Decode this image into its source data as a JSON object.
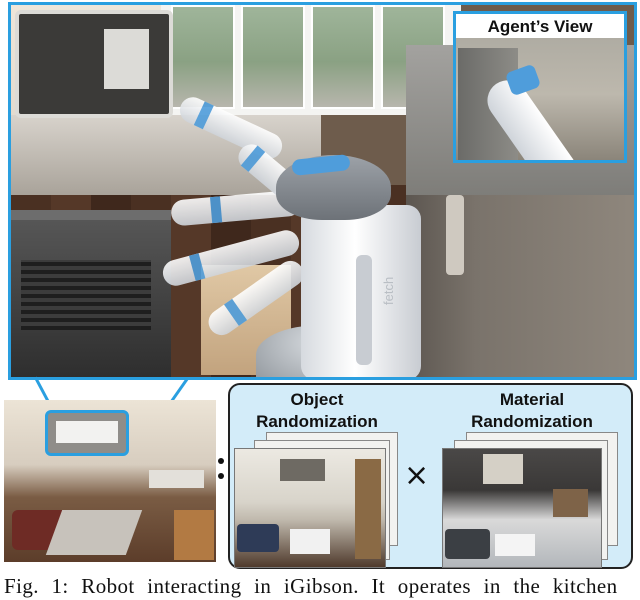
{
  "figure": {
    "agent_view_title": "Agent’s View",
    "object_randomization_label_line1": "Object",
    "object_randomization_label_line2": "Randomization",
    "material_randomization_label_line1": "Material",
    "material_randomization_label_line2": "Randomization",
    "operator_symbol": "×",
    "robot_logo": "fetch"
  },
  "caption": "Fig. 1: Robot interacting in iGibson. It operates in the kitchen",
  "colors": {
    "highlight": "#2a9fe0",
    "panel_background": "#d3ecf9",
    "robot_accent": "#4f9ddb"
  }
}
